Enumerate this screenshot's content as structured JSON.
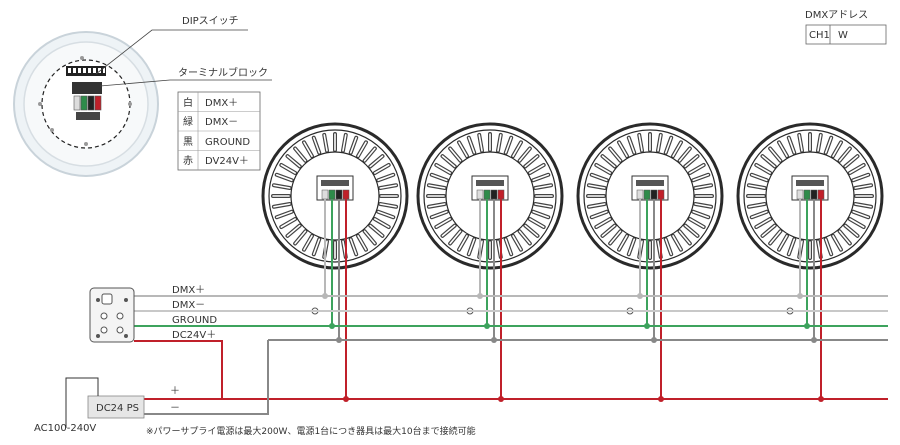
{
  "colors": {
    "dmx_line": "#b8b8b8",
    "ground_line": "#3da35d",
    "power_line": "#c0202a",
    "neg_line": "#888888",
    "frame": "#333333",
    "fixture_outer": "#2a2a2a",
    "fixture_inner": "#444444"
  },
  "callouts": {
    "dip_switch": "DIPスイッチ",
    "terminal_block": "ターミナルブロック"
  },
  "terminal_table": [
    {
      "color": "白",
      "signal": "DMX＋"
    },
    {
      "color": "緑",
      "signal": "DMX－"
    },
    {
      "color": "黒",
      "signal": "GROUND"
    },
    {
      "color": "赤",
      "signal": "DV24V＋"
    }
  ],
  "dmx_address": {
    "title": "DMXアドレス",
    "channel": "CH1",
    "value": "W"
  },
  "bus_labels": {
    "dmx_plus": "DMX＋",
    "dmx_minus": "DMX－",
    "ground": "GROUND",
    "dc24v_plus": "DC24V＋"
  },
  "power_supply": {
    "label": "DC24 PS",
    "plus": "＋",
    "minus": "－",
    "ac_input": "AC100-240V"
  },
  "fixtures_count": 4,
  "note": "※パワーサプライ電源は最大200W、電源1台につき器具は最大10台まで接続可能"
}
